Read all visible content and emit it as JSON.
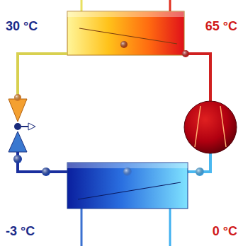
{
  "diagram": {
    "labels": [
      "30 °C",
      "65 °C",
      "-3 °C",
      "0 °C"
    ]
  }
}
